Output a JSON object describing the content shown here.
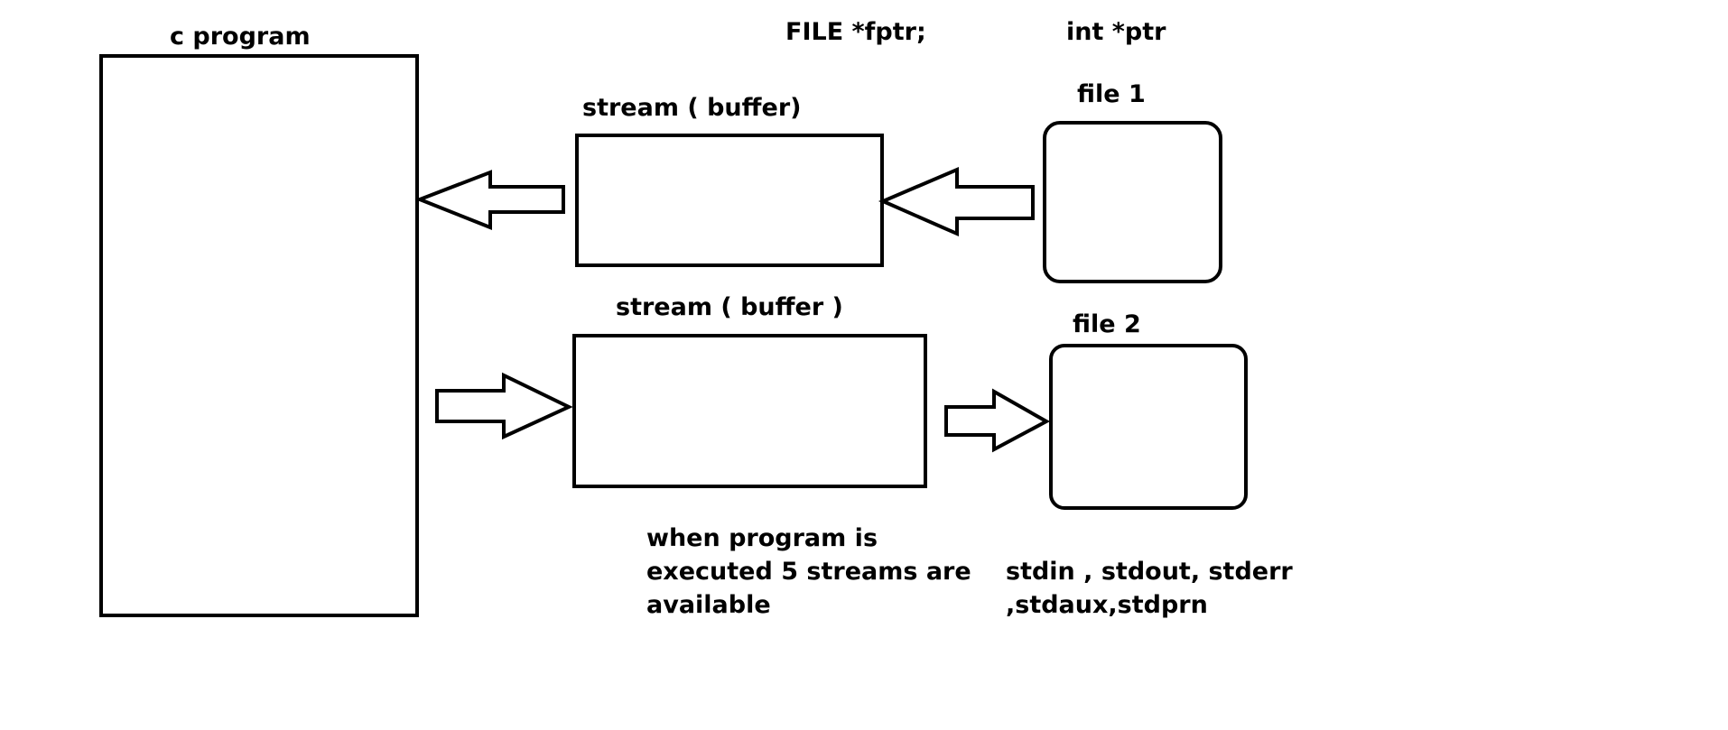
{
  "labels": {
    "c_program": "c program",
    "file_pointer_decl": "FILE *fptr;",
    "int_pointer_decl": "int *ptr",
    "file1": "file 1",
    "file2": "file 2",
    "stream_top": "stream ( buffer)",
    "stream_bottom": "stream ( buffer )"
  },
  "notes": {
    "streams_note": [
      "when program is",
      "executed 5 streams are",
      "available"
    ],
    "streams_list": [
      "stdin , stdout, stderr",
      ",stdaux,stdprn"
    ]
  },
  "colors": {
    "stroke": "#000000",
    "fill": "#ffffff",
    "background": "#ffffff"
  },
  "icons": {
    "arrow_file1_to_stream": "left-arrow-icon",
    "arrow_stream_to_program": "left-arrow-icon",
    "arrow_program_to_stream": "right-arrow-icon",
    "arrow_stream_to_file2": "right-arrow-icon"
  }
}
